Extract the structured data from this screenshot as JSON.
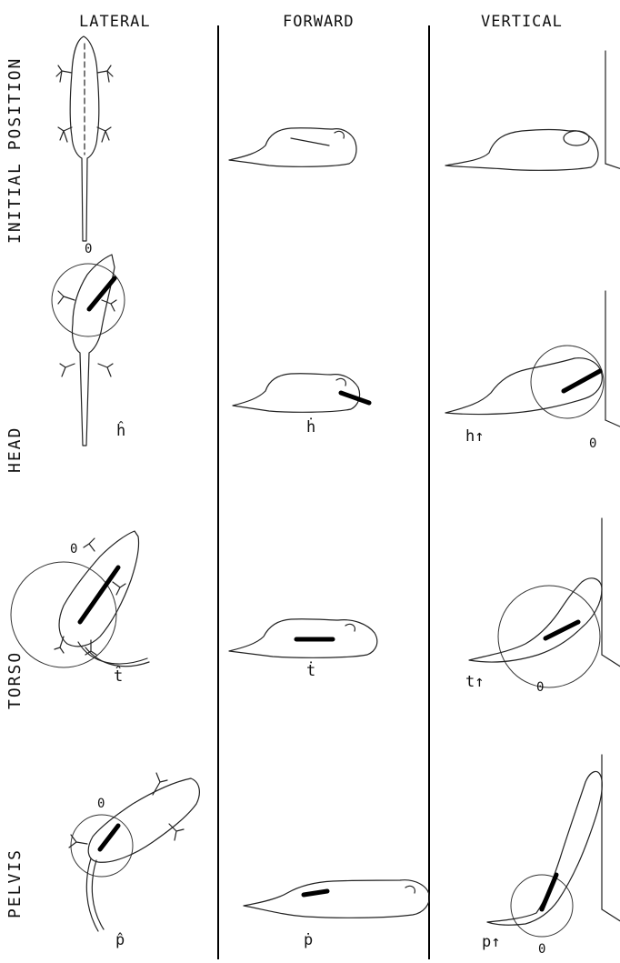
{
  "columns": {
    "lateral": "LATERAL",
    "forward": "FORWARD",
    "vertical": "VERTICAL"
  },
  "rows": {
    "initial": "INITIAL POSITION",
    "head": "HEAD",
    "torso": "TORSO",
    "pelvis": "PELVIS"
  },
  "markers": {
    "zero": "0",
    "head_lateral": "ĥ",
    "head_forward": "ḣ",
    "head_vertical": "h↑",
    "torso_lateral": "t̂",
    "torso_forward": "ṫ",
    "torso_vertical": "t↑",
    "pelvis_lateral": "p̂",
    "pelvis_forward": "ṗ",
    "pelvis_vertical": "p↑"
  }
}
